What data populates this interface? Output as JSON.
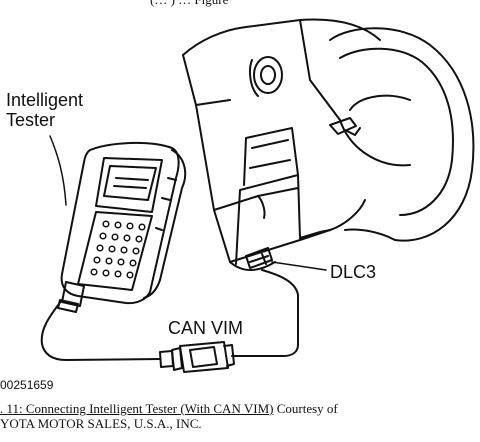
{
  "top_cut_text": "(… ) … Figure",
  "labels": {
    "intelligent_tester": [
      "Intelligent",
      "Tester"
    ],
    "dlc3": "DLC3",
    "can_vim": "CAN VIM"
  },
  "figure_id": "00251659",
  "caption": {
    "title": ". 11: Connecting Intelligent Tester (With CAN VIM)",
    "credit_line1": "Courtesy of",
    "credit_line2": "YOTA MOTOR SALES, U.S.A., INC."
  }
}
